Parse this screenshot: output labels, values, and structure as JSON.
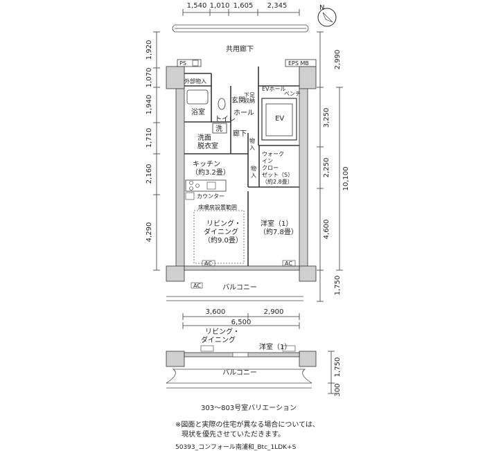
{
  "top_dims": [
    "1,540",
    "1,010",
    "1,605",
    "2,345"
  ],
  "left_dims": [
    "1,920",
    "1,070",
    "1,940",
    "1,710",
    "2,160",
    "4,290"
  ],
  "right_dims": [
    "2,990",
    "3,250",
    "2,250",
    "4,600",
    "1,750"
  ],
  "right_total": "10,100",
  "bottom_dims": [
    "3,600",
    "2,900"
  ],
  "bottom_total": "6,500",
  "variation_right_dims": [
    "1,750",
    "300"
  ],
  "compass_label": "N",
  "labels": {
    "corridor": "共用廊下",
    "ps": "PS",
    "eps_mb": "EPS MB",
    "outside_storage": "外部物入",
    "bath": "浴室",
    "toilet": "トイレ",
    "entrance": "玄関",
    "shoe_storage": "下足\n収納",
    "hall": "ホール",
    "ev_hall": "EVホール",
    "bench": "ベンチ",
    "ev": "EV",
    "washer": "洗",
    "washroom": "洗面\n脱衣室",
    "hallway": "廊下",
    "storage1": "物\n入",
    "storage2": "物\n入",
    "walk_in": "ウォーク\nイン\nクロー\nゼット（S）\n（約2.8畳）",
    "kitchen": "キッチン\n（約3.2畳）",
    "counter": "カウンター",
    "floor_heating": "床暖房設置範囲",
    "living": "リビング・\nダイニング\n（約9.0畳）",
    "western": "洋室（1）\n（約7.8畳）",
    "balcony": "バルコニー",
    "ac": "AC",
    "variation_living": "リビング・\nダイニング",
    "variation_western": "洋室（1）",
    "variation_balcony": "バルコニー"
  },
  "captions": {
    "variation": "303～803号室バリエーション",
    "note_line1": "※図面と実際の住宅が異なる場合については、",
    "note_line2": "現状を優先させていただきます。",
    "code": "50393_コンフォール南浦和_Btc_1LDK+S"
  }
}
